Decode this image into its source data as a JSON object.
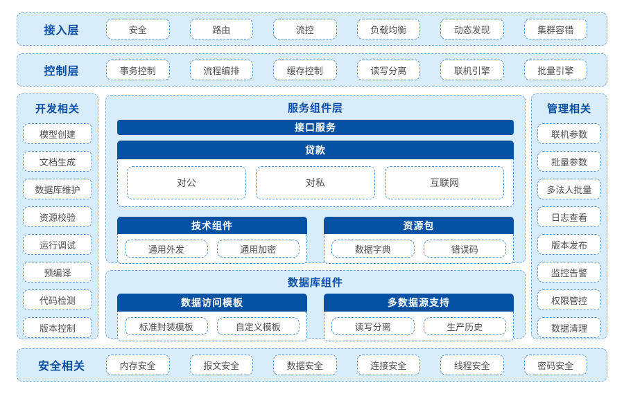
{
  "colors": {
    "bar_blue": "#0552a5",
    "title_blue": "#0a4fa4",
    "panel_bg": "#d9ecf9",
    "panel_border": "#74abdc",
    "box_border": "#4c92d9",
    "box_text": "#4f4f4f"
  },
  "rows": {
    "access": {
      "label": "接入层",
      "items": [
        "安全",
        "路由",
        "流控",
        "负载均衡",
        "动态发现",
        "集群容错"
      ]
    },
    "control": {
      "label": "控制层",
      "items": [
        "事务控制",
        "流程编排",
        "缓存控制",
        "读写分离",
        "联机引擎",
        "批量引擎"
      ]
    },
    "security": {
      "label": "安全相关",
      "items": [
        "内存安全",
        "报文安全",
        "数据安全",
        "连接安全",
        "线程安全",
        "密码安全"
      ]
    }
  },
  "dev_column": {
    "title": "开发相关",
    "items": [
      "模型创建",
      "文档生成",
      "数据库维护",
      "资源校验",
      "运行调试",
      "预编译",
      "代码检测",
      "版本控制"
    ]
  },
  "mgmt_column": {
    "title": "管理相关",
    "items": [
      "联机参数",
      "批量参数",
      "多法人批量",
      "日志查看",
      "版本发布",
      "监控告警",
      "权限管控",
      "数据清理"
    ]
  },
  "service_panel": {
    "title": "服务组件层",
    "interface_bar": "接口服务",
    "loan_card": {
      "header": "贷款",
      "items": [
        "对公",
        "对私",
        "互联网"
      ]
    },
    "tech_card": {
      "header": "技术组件",
      "items": [
        "通用外发",
        "通用加密"
      ]
    },
    "resource_card": {
      "header": "资源包",
      "items": [
        "数据字典",
        "错误码"
      ]
    }
  },
  "db_panel": {
    "title": "数据库组件",
    "template_card": {
      "header": "数据访问模板",
      "items": [
        "标准封装模板",
        "自定义模板"
      ]
    },
    "datasource_card": {
      "header": "多数据源支持",
      "items": [
        "读写分离",
        "生产历史"
      ]
    }
  }
}
